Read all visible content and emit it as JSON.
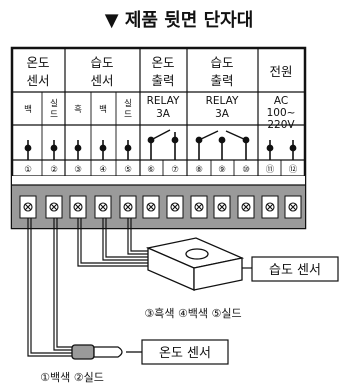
{
  "title": "▼ 제품 뒷면 단자대",
  "groups": [
    {
      "label_line1": "온도",
      "label_line2": "센서"
    },
    {
      "label_line1": "습도",
      "label_line2": "센서"
    },
    {
      "label_line1": "온도",
      "label_line2": "출력"
    },
    {
      "label_line1": "습도",
      "label_line2": "출력"
    },
    {
      "label_line1": "전원",
      "label_line2": ""
    }
  ],
  "wire_labels": [
    "백",
    "실\n드",
    "흑",
    "백",
    "실\n드"
  ],
  "temp_output": {
    "line1": "RELAY",
    "line2": "3A"
  },
  "humid_output": {
    "line1": "RELAY",
    "line2": "3A"
  },
  "power": {
    "line1": "AC",
    "line2": "100~",
    "line3": "220V"
  },
  "terminal_numbers": [
    "①",
    "②",
    "③",
    "④",
    "⑤",
    "⑥",
    "⑦",
    "⑧",
    "⑨",
    "⑩",
    "⑪",
    "⑫"
  ],
  "humidity_sensor": {
    "label": "습도 센서",
    "wire_caption": "③흑색 ④백색 ⑤실드"
  },
  "temperature_sensor": {
    "label": "온도 센서",
    "wire_caption": "①백색 ②실드"
  }
}
